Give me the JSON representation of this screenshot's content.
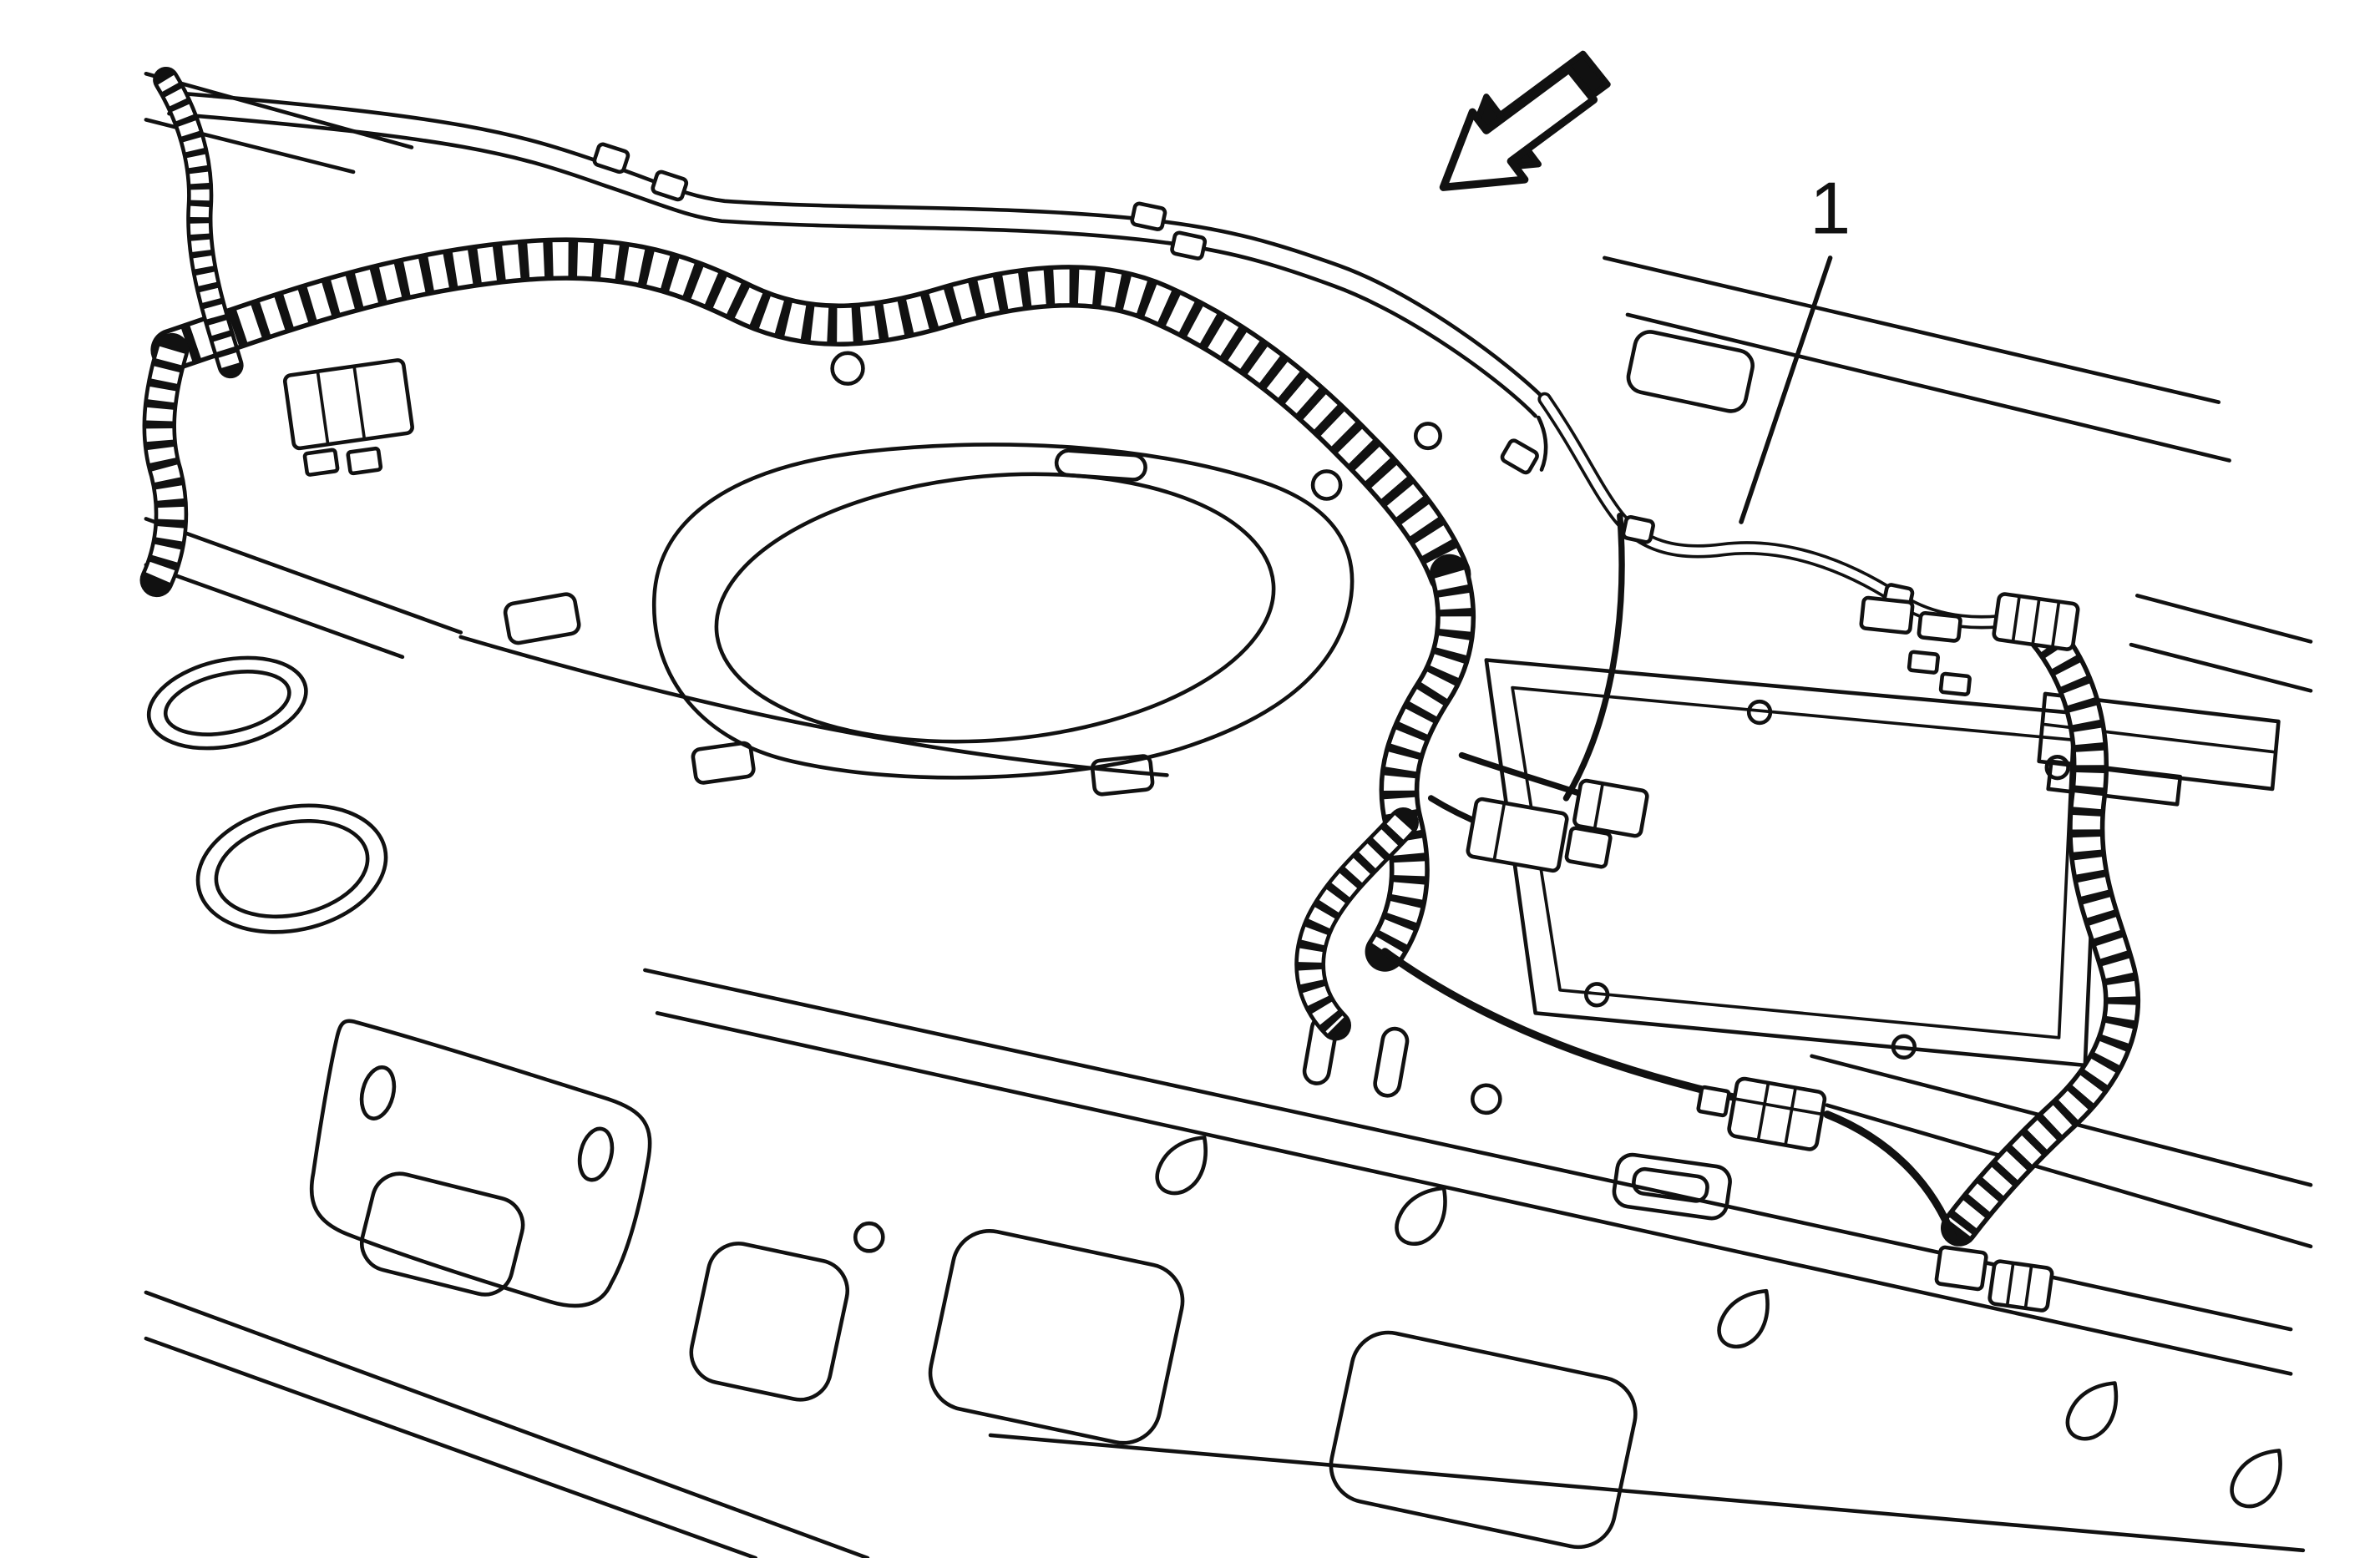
{
  "figure": {
    "kind": "technical-line-illustration",
    "callouts": [
      {
        "id": "1",
        "label": "1",
        "target": "wiring-harness"
      }
    ],
    "arrow": {
      "name": "view-direction-arrow-icon",
      "direction": "down-left"
    },
    "colors": {
      "line": "#111111",
      "background": "#ffffff"
    }
  }
}
